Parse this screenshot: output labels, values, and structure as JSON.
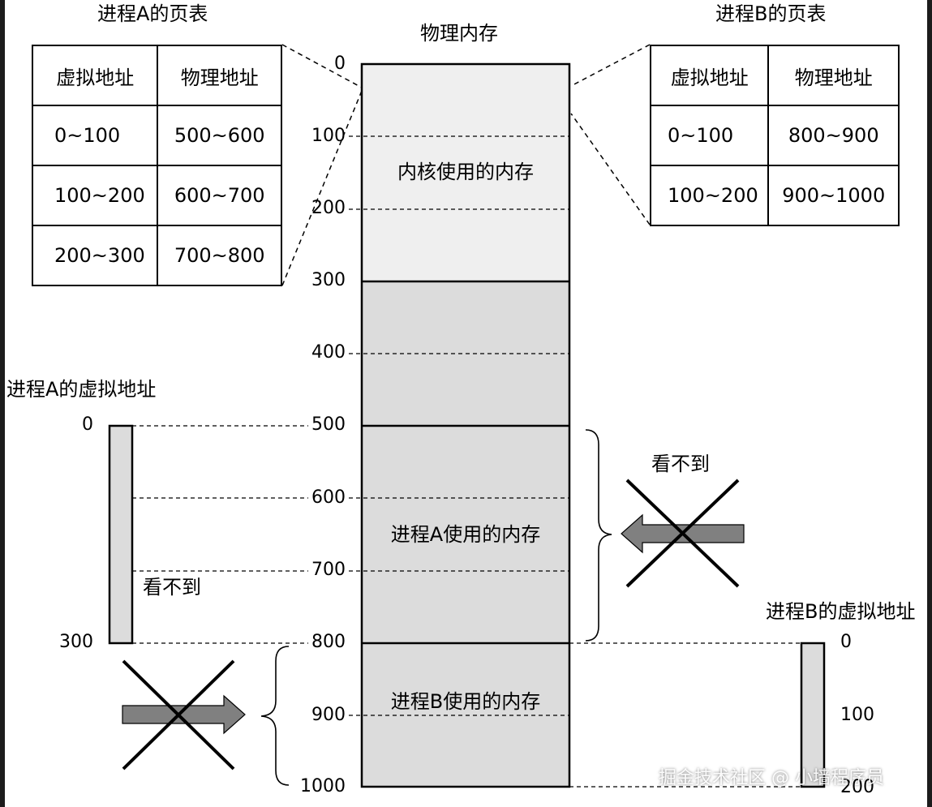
{
  "physical_memory": {
    "title": "物理内存",
    "ticks": [
      "0",
      "100",
      "200",
      "300",
      "400",
      "500",
      "600",
      "700",
      "800",
      "900",
      "1000"
    ],
    "regions": {
      "kernel": "内核使用的内存",
      "process_a": "进程A使用的内存",
      "process_b": "进程B使用的内存"
    },
    "colors": {
      "kernel": "#efefef",
      "user": "#dcdcdc"
    }
  },
  "page_table_a": {
    "title": "进程A的页表",
    "headers": [
      "虚拟地址",
      "物理地址"
    ],
    "rows": [
      [
        "0~100",
        "500~600"
      ],
      [
        "100~200",
        "600~700"
      ],
      [
        "200~300",
        "700~800"
      ]
    ]
  },
  "page_table_b": {
    "title": "进程B的页表",
    "headers": [
      "虚拟地址",
      "物理地址"
    ],
    "rows": [
      [
        "0~100",
        "800~900"
      ],
      [
        "100~200",
        "900~1000"
      ]
    ]
  },
  "virtual_a": {
    "title": "进程A的虚拟地址",
    "ticks": [
      "0",
      "300"
    ],
    "blocked_label": "看不到"
  },
  "virtual_b": {
    "title": "进程B的虚拟地址",
    "ticks": [
      "0",
      "100",
      "200"
    ],
    "blocked_label": "看不到"
  },
  "arrow_color": "#808080",
  "watermark": "掘金技术社区 @ 小墙程序员"
}
